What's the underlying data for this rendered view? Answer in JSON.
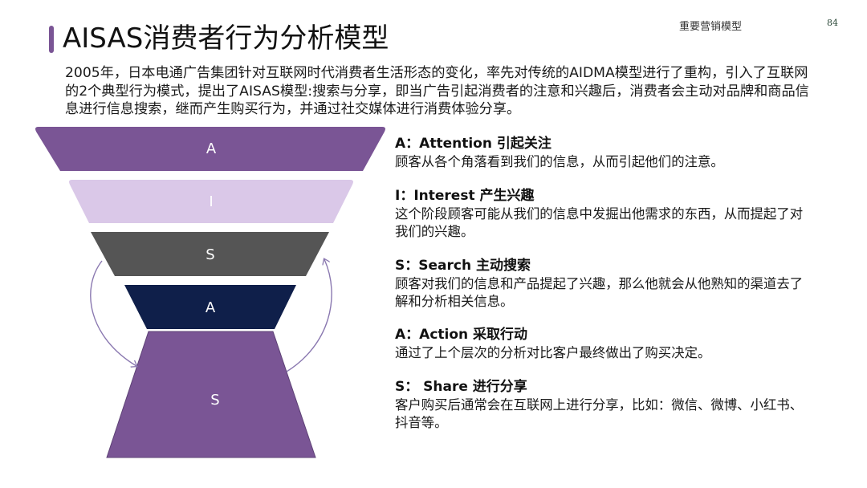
{
  "header": {
    "section_label": "重要营销模型",
    "page_number": "84"
  },
  "title": "AISAS消费者行为分析模型",
  "intro": "2005年，日本电通广告集团针对互联网时代消费者生活形态的变化，率先对传统的AIDMA模型进行了重构，引入了互联网的2个典型行为模式，提出了AISAS模型:搜索与分享，即当广告引起消费者的注意和兴趣后，消费者会主动对品牌和商品信息进行信息搜索，继而产生购买行为，并通过社交媒体进行消费体验分享。",
  "colors": {
    "accent_purple": "#7a5595",
    "lavender": "#dac8e8",
    "gray": "#555555",
    "navy": "#0f1f4a",
    "arrow": "#8a78b0"
  },
  "funnel": {
    "layers": [
      {
        "letter": "A",
        "color": "#7a5595"
      },
      {
        "letter": "I",
        "color": "#dac8e8"
      },
      {
        "letter": "S",
        "color": "#555555"
      },
      {
        "letter": "A",
        "color": "#0f1f4a"
      },
      {
        "letter": "S",
        "color": "#7a5595"
      }
    ],
    "arrows": [
      "left-curved-arrow-down",
      "right-curved-arrow-up"
    ]
  },
  "items": [
    {
      "title": "A：Attention 引起关注",
      "desc": "顾客从各个角落看到我们的信息，从而引起他们的注意。"
    },
    {
      "title": "I：Interest 产生兴趣",
      "desc": "这个阶段顾客可能从我们的信息中发掘出他需求的东西，从而提起了对我们的兴趣。"
    },
    {
      "title": "S：Search 主动搜索",
      "desc": "顾客对我们的信息和产品提起了兴趣，那么他就会从他熟知的渠道去了解和分析相关信息。"
    },
    {
      "title": "A：Action 采取行动",
      "desc": "通过了上个层次的分析对比客户最终做出了购买决定。"
    },
    {
      "title": "S： Share 进行分享",
      "desc": "客户购买后通常会在互联网上进行分享，比如：微信、微博、小红书、抖音等。"
    }
  ]
}
